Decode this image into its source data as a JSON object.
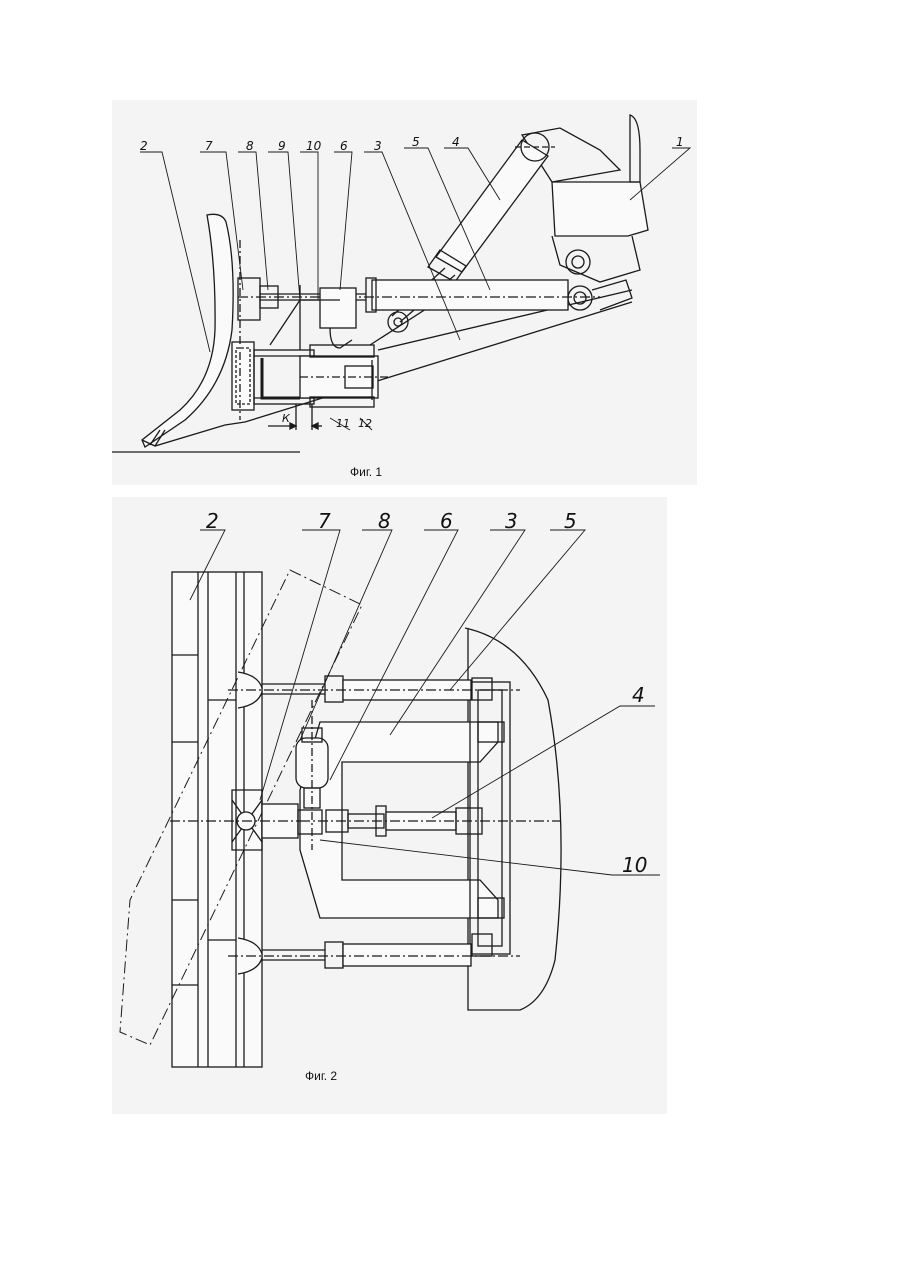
{
  "figure1": {
    "caption": "Фиг. 1",
    "labels": {
      "l1": "1",
      "l2": "2",
      "l3": "3",
      "l4": "4",
      "l5": "5",
      "l6": "6",
      "l7": "7",
      "l8": "8",
      "l9": "9",
      "l10": "10",
      "l11": "11",
      "l12": "12",
      "lK": "К"
    }
  },
  "figure2": {
    "caption": "Фиг. 2",
    "labels": {
      "l2": "2",
      "l7": "7",
      "l8": "8",
      "l6": "6",
      "l3": "3",
      "l5": "5",
      "l4": "4",
      "l10": "10"
    }
  }
}
